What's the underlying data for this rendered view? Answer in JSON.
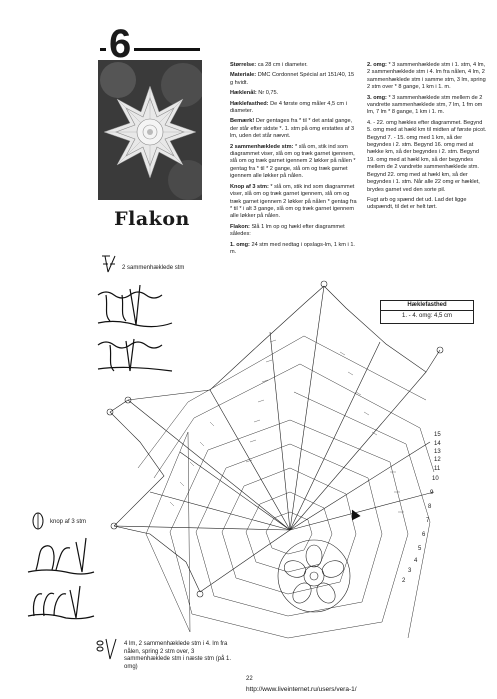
{
  "header": {
    "number": "6"
  },
  "title": "Flakon",
  "col1": {
    "size_label": "Størrelse:",
    "size": "ca 28 cm i diameter.",
    "material_label": "Materiale:",
    "material": "DMC Cordonnet Spécial art 151/40, 15 g hvidt.",
    "hook_label": "Hæklenål:",
    "hook": "Nr 0,75.",
    "gauge_label": "Hæklefasthed:",
    "gauge": "De 4 første omg måler 4,5 cm i diameter.",
    "note_label": "Bemærk!",
    "note": "Der gentages fra * til * det antal gange, der står efter sidste *. 1. stm på omg erstattes af 3 lm, uden det står nævnt.",
    "dc2tog_label": "2 sammenhæklede stm:",
    "dc2tog": "* slå om, stik ind som diagrammet viser, slå om og træk garnet igennem, slå om og træk garnet igennem 2 løkker på nålen * gentag fra * til * 2 gange, slå om og træk garnet igennem alle løkker på nålen.",
    "knot_label": "Knop af 3 stm:",
    "knot": "* slå om, stik ind som diagrammet viser, slå om og træk garnet igennem, slå om og træk garnet igennem 2 løkker på nålen * gentag fra * til * i alt 3 gange, slå om og træk garnet igennem alle løkker på nålen.",
    "flakon_label": "Flakon:",
    "flakon": "Slå 1 lm op og hækl efter diagrammet således:",
    "r1_label": "1. omg:",
    "r1": "24 stm med nedtag i opslags-lm, 1 km i 1. m."
  },
  "col2": {
    "r2_label": "2. omg:",
    "r2": "* 3 sammenhæklede stm i 1. stm, 4 lm, 2 sammenhæklede stm i 4. lm fra nålen, 4 lm, 2 sammenhæklede stm i samme stm, 3 lm, spring 2 stm over * 8 gange, 1 km i 1. m.",
    "r3_label": "3. omg:",
    "r3": "* 3 sammenhæklede stm mellem de 2 vandrette sammenhæklede stm, 7 lm, 1 fm om lm, 7 lm * 8 gange, 1 km i 1. m.",
    "r4": "4. - 22. omg hækles efter diagrammet. Begynd 5. omg med at hækl km til midten af første picot. Begynd 7. - 15. omg med 1 km, så der begyndes i 2. stm. Begynd 16. omg med at hække km, så der begyndes i 2. stm. Begynd 19. omg med at hækl km, så der begyndes mellem de 2 vandrette sammenhæklede stm. Begynd 22. omg med at hækl km, så der begyndes i 1. stm. Når alle 22 omg er hæklet, brydes garnet ved den sorte pil.",
    "finish": "Fugt arb og spænd det ud. Lad det ligge udspændt, til det er helt tørt."
  },
  "gauge_box": {
    "title": "Hæklefasthed",
    "value": "1. - 4. omg: 4,5 cm"
  },
  "legend": {
    "dc2tog": "2 sammenhæklede stm",
    "knot": "knop af 3 stm",
    "repeat": "4 lm, 2 sammenhæklede stm i 4. lm fra nålen, spring 2 stm over, 3 sammenhæklede stm i næste stm (på 1. omg)"
  },
  "row_numbers": [
    "15",
    "14",
    "13",
    "12",
    "11",
    "10",
    "9",
    "8",
    "7",
    "6",
    "5",
    "4",
    "3",
    "2"
  ],
  "page_number": "22",
  "footer": "http://www.liveinternet.ru/users/vera-1/"
}
